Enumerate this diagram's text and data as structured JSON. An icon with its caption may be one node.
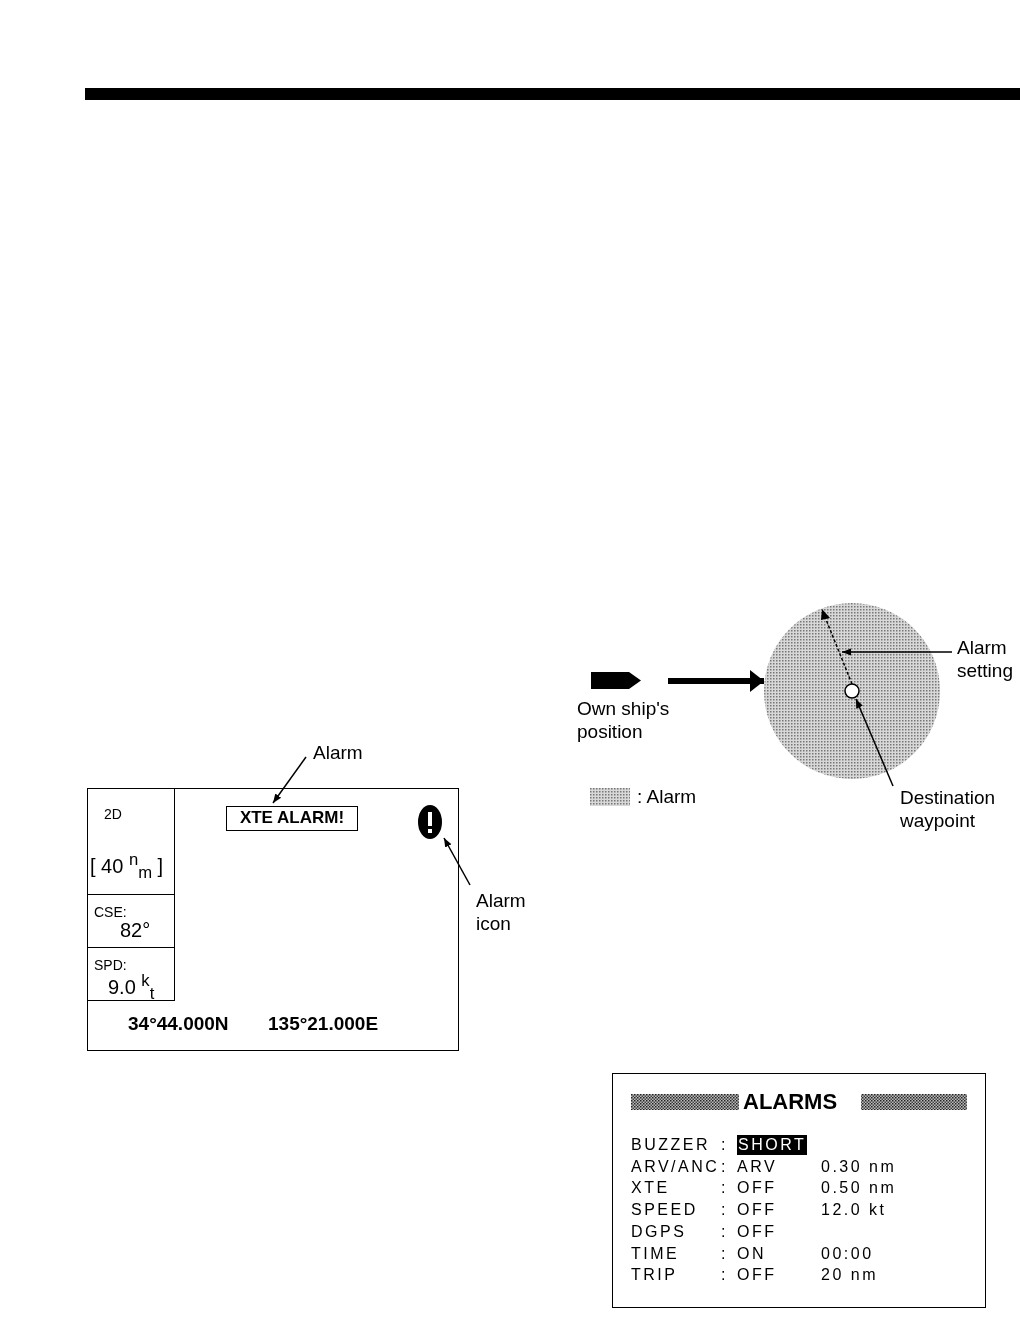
{
  "diagram": {
    "nodes": [
      {
        "text": [
          "Alarm"
        ]
      },
      {
        "text": [
          "XTE ALARM!"
        ]
      },
      {
        "text": [
          "Alarm icon"
        ]
      },
      {
        "text": [],
        "shape": "ellipse"
      },
      {
        "text": [],
        "shape": "pentagon",
        "beside": [
          "Own ship's position"
        ]
      },
      {
        "text": [],
        "shape": "circle"
      },
      {
        "text": [],
        "shape": "line",
        "in": 5
      },
      {
        "text": [],
        "shape": "circle",
        "in": 5
      },
      {
        "text": [
          "Alarm setting"
        ]
      },
      {
        "text": [
          "Destination waypoint"
        ]
      }
    ],
    "edges": [
      {
        "from": 0,
        "to": 1,
        "arrow": "to"
      },
      {
        "from": 2,
        "to": 3,
        "arrow": "to"
      },
      {
        "from": 4,
        "to": 5,
        "arrow": "to",
        "style": "thick"
      },
      {
        "from": 8,
        "to": 6,
        "arrow": "to"
      },
      {
        "from": 9,
        "to": 7,
        "arrow": "to"
      }
    ],
    "labels": [
      "2D",
      "[ 40 $^{n}$$_{m}$ ]",
      "CSE:",
      "82°",
      "SPD:",
      "9.0 $^{k}$$_{t}$",
      "34°44.000N",
      "135°21.000E",
      "ALARMS",
      "BUZZER",
      ":",
      "SHORT",
      "ARV/ANC",
      ":",
      "ARV",
      "0.30 nm",
      "XTE",
      ":",
      "OFF",
      "0.50 nm",
      "SPEED",
      ":",
      "OFF",
      "12.0 kt",
      "DGPS",
      ":",
      "OFF",
      "TIME",
      ":",
      "ON",
      "00:00",
      "TRIP",
      ":",
      "OFF",
      "20 nm"
    ],
    "legend": [
      {
        "text": ": Alarm"
      }
    ]
  }
}
